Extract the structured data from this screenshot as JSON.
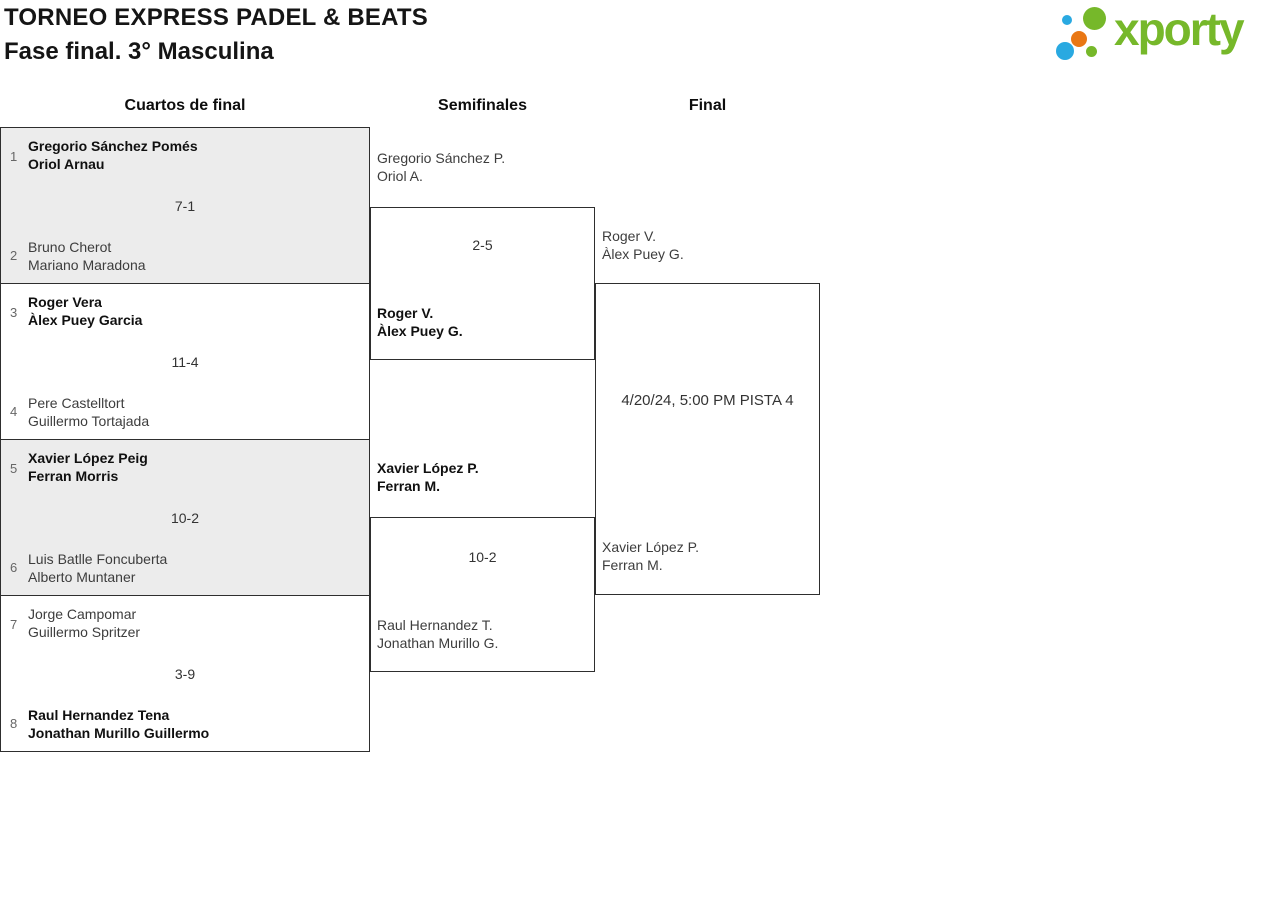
{
  "header": {
    "title": "TORNEO EXPRESS PADEL & BEATS",
    "subtitle": "Fase final. 3° Masculina"
  },
  "logo": {
    "text": "xporty"
  },
  "round_headers": {
    "quarterfinals": "Cuartos de final",
    "semifinals": "Semifinales",
    "final": "Final"
  },
  "colors": {
    "logo_green": "#76b82a",
    "logo_blue": "#29a9e1",
    "logo_orange": "#e97714",
    "match_fill_gray": "#ececec",
    "border": "#2e2e2e"
  },
  "quarterfinals": [
    {
      "seed_top": "1",
      "team_top": [
        "Gregorio Sánchez Pomés",
        "Oriol Arnau"
      ],
      "team_top_winner": true,
      "score": "7-1",
      "seed_bottom": "2",
      "team_bottom": [
        "Bruno Cherot",
        "Mariano Maradona"
      ],
      "team_bottom_winner": false
    },
    {
      "seed_top": "3",
      "team_top": [
        "Roger Vera",
        "Àlex Puey Garcia"
      ],
      "team_top_winner": true,
      "score": "11-4",
      "seed_bottom": "4",
      "team_bottom": [
        "Pere Castelltort",
        "Guillermo Tortajada"
      ],
      "team_bottom_winner": false
    },
    {
      "seed_top": "5",
      "team_top": [
        "Xavier López Peig",
        "Ferran Morris"
      ],
      "team_top_winner": true,
      "score": "10-2",
      "seed_bottom": "6",
      "team_bottom": [
        "Luis Batlle Foncuberta",
        "Alberto Muntaner"
      ],
      "team_bottom_winner": false
    },
    {
      "seed_top": "7",
      "team_top": [
        "Jorge Campomar",
        "Guillermo Spritzer"
      ],
      "team_top_winner": false,
      "score": "3-9",
      "seed_bottom": "8",
      "team_bottom": [
        "Raul Hernandez Tena",
        "Jonathan Murillo Guillermo"
      ],
      "team_bottom_winner": true
    }
  ],
  "semifinals": [
    {
      "team_top": [
        "Gregorio Sánchez P.",
        "Oriol A."
      ],
      "team_top_winner": false,
      "score": "2-5",
      "team_bottom": [
        "Roger V.",
        "Àlex Puey G."
      ],
      "team_bottom_winner": true
    },
    {
      "team_top": [
        "Xavier López P.",
        "Ferran M."
      ],
      "team_top_winner": true,
      "score": "10-2",
      "team_bottom": [
        "Raul Hernandez T.",
        "Jonathan Murillo G."
      ],
      "team_bottom_winner": false
    }
  ],
  "final": {
    "team_top": [
      "Roger V.",
      "Àlex Puey G."
    ],
    "team_top_winner": false,
    "schedule": "4/20/24, 5:00 PM PISTA 4",
    "team_bottom": [
      "Xavier López P.",
      "Ferran M."
    ],
    "team_bottom_winner": false
  }
}
